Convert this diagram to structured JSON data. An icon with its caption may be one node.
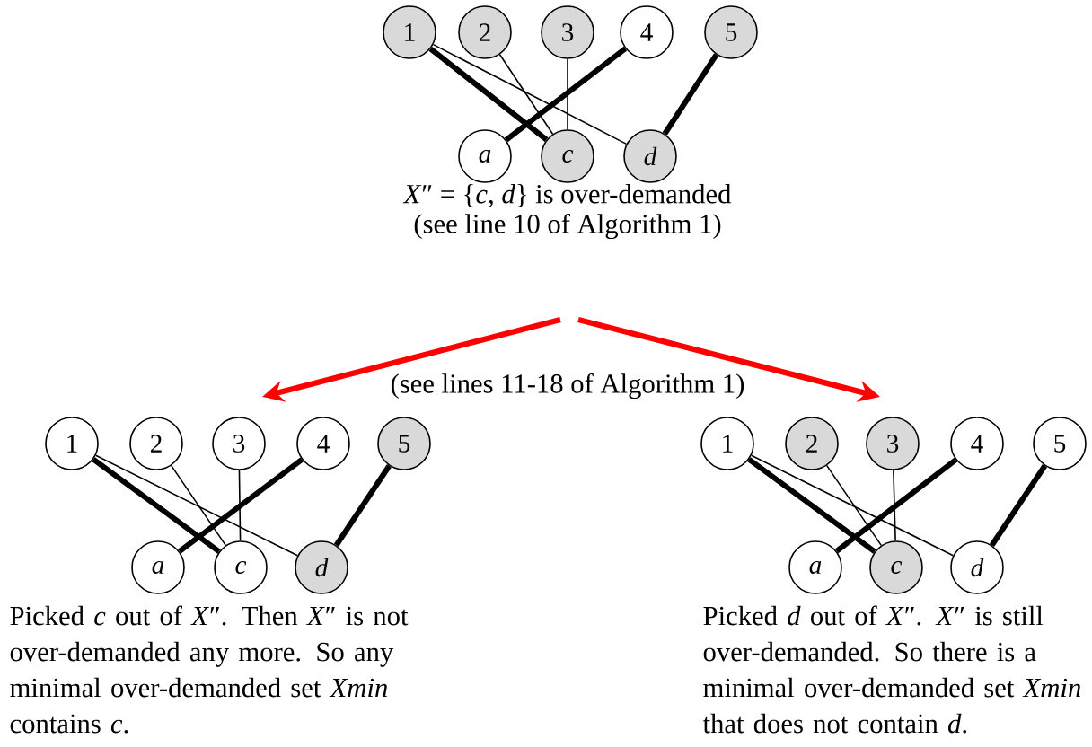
{
  "diagram": {
    "nodes": [
      {
        "text": [
          "1"
        ]
      },
      {
        "text": [
          "2"
        ]
      },
      {
        "text": [
          "3"
        ]
      },
      {
        "text": [
          "4"
        ]
      },
      {
        "text": [
          "5"
        ]
      },
      {
        "text": [
          "a"
        ]
      },
      {
        "text": [
          "c"
        ]
      },
      {
        "text": [
          "d"
        ]
      },
      {
        "text": [
          "1"
        ]
      },
      {
        "text": [
          "2"
        ]
      },
      {
        "text": [
          "3"
        ]
      },
      {
        "text": [
          "4"
        ]
      },
      {
        "text": [
          "5"
        ]
      },
      {
        "text": [
          "a"
        ]
      },
      {
        "text": [
          "c"
        ]
      },
      {
        "text": [
          "d"
        ]
      },
      {
        "text": [
          "1"
        ]
      },
      {
        "text": [
          "2"
        ]
      },
      {
        "text": [
          "3"
        ]
      },
      {
        "text": [
          "4"
        ]
      },
      {
        "text": [
          "5"
        ]
      },
      {
        "text": [
          "a"
        ]
      },
      {
        "text": [
          "c"
        ]
      },
      {
        "text": [
          "d"
        ]
      }
    ],
    "edges": [
      {
        "from": 0,
        "to": 6,
        "arrow": "none",
        "style": "thick"
      },
      {
        "from": 0,
        "to": 7,
        "arrow": "none"
      },
      {
        "from": 1,
        "to": 6,
        "arrow": "none"
      },
      {
        "from": 2,
        "to": 6,
        "arrow": "none"
      },
      {
        "from": 3,
        "to": 5,
        "arrow": "none",
        "style": "thick"
      },
      {
        "from": 4,
        "to": 7,
        "arrow": "none",
        "style": "thick"
      },
      {
        "from": 8,
        "to": 14,
        "arrow": "none",
        "style": "thick"
      },
      {
        "from": 8,
        "to": 15,
        "arrow": "none"
      },
      {
        "from": 9,
        "to": 14,
        "arrow": "none"
      },
      {
        "from": 10,
        "to": 14,
        "arrow": "none"
      },
      {
        "from": 11,
        "to": 13,
        "arrow": "none",
        "style": "thick"
      },
      {
        "from": 12,
        "to": 15,
        "arrow": "none",
        "style": "thick"
      },
      {
        "from": 16,
        "to": 22,
        "arrow": "none",
        "style": "thick"
      },
      {
        "from": 16,
        "to": 23,
        "arrow": "none"
      },
      {
        "from": 17,
        "to": 22,
        "arrow": "none"
      },
      {
        "from": 18,
        "to": 22,
        "arrow": "none"
      },
      {
        "from": 19,
        "to": 21,
        "arrow": "none",
        "style": "thick"
      },
      {
        "from": 20,
        "to": 23,
        "arrow": "none",
        "style": "thick"
      }
    ],
    "labels": [
      "*X*″ = {*c*, *d*} is over-demanded",
      "(see line 10 of Algorithm 1)",
      "(see lines 11-18 of Algorithm 1)",
      "Picked *c* out of *X*″. Then *X*″ is not over-demanded any more. So any minimal over-demanded set *Xmin* contains *c*.",
      "Picked *d* out of *X*″. *X*″ is still over-demanded. So there is a minimal over-demanded set *Xmin* that does not contain *d*."
    ]
  }
}
